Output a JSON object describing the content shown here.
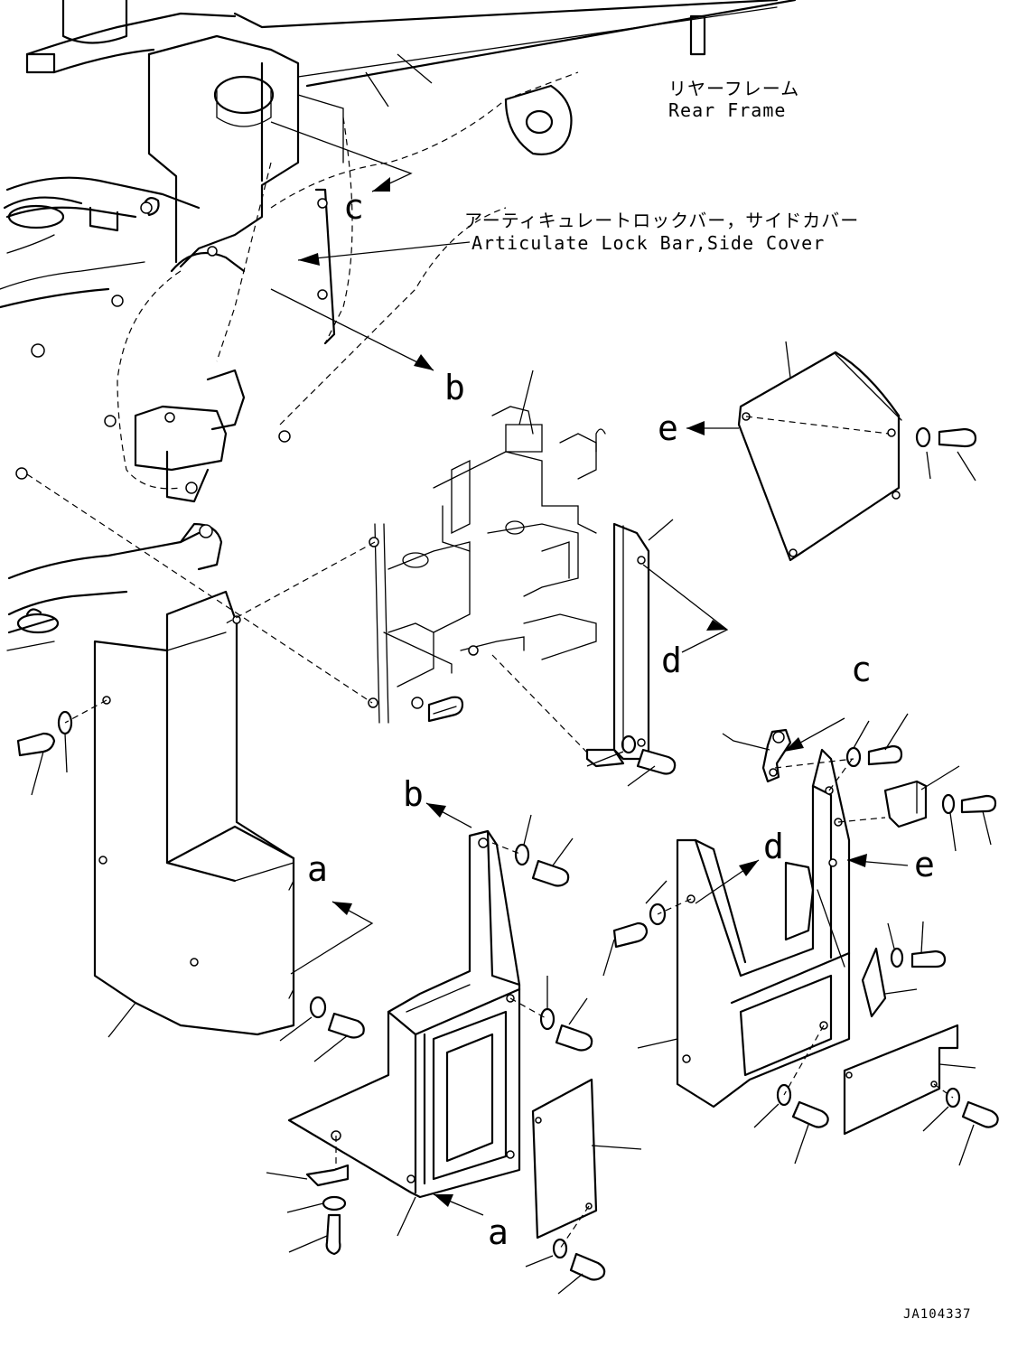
{
  "labels": {
    "rear_frame_jp": "リヤーフレーム",
    "rear_frame_en": "Rear Frame",
    "lockbar_jp": "アーティキュレートロックバー，サイドカバー",
    "lockbar_en": "Articulate Lock Bar,Side Cover",
    "drawing_code": "JA104337"
  },
  "view_markers": {
    "c_top": "c",
    "b_top": "b",
    "e_top": "e",
    "d_mid": "d",
    "c_right": "c",
    "b_mid": "b",
    "a_left": "a",
    "d_right": "d",
    "e_right": "e",
    "a_bottom": "a"
  }
}
